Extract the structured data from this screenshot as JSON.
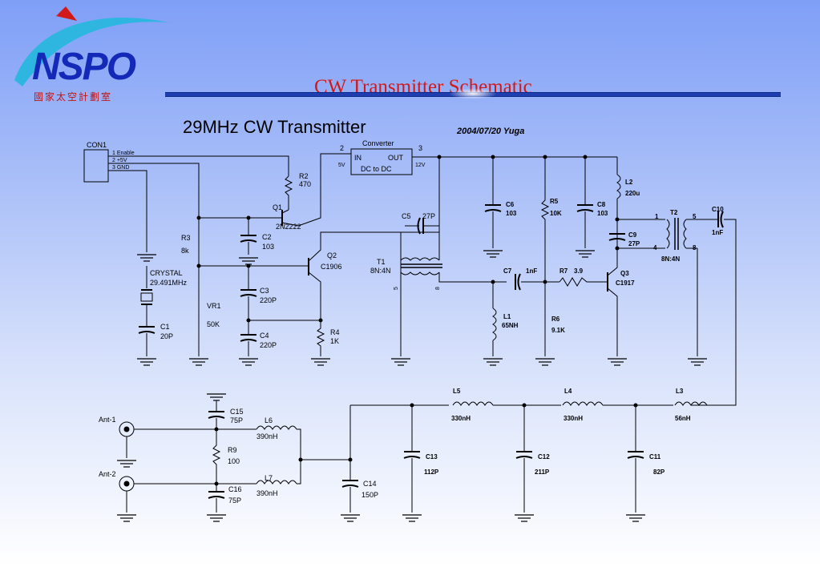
{
  "logo": {
    "mark": "NSPO",
    "subtitle": "國家太空計劃室"
  },
  "slide_title": "CW Transmitter Schematic",
  "schematic": {
    "heading": "29MHz CW Transmitter",
    "author_date": "2004/07/20 Yuga",
    "connector": {
      "name": "CON1",
      "pin1": "1 Enable",
      "pin2": "2 +5V",
      "pin3": "3 GND"
    },
    "converter": {
      "title": "Converter",
      "in": "IN",
      "out": "OUT",
      "body": "DC to DC",
      "pin_in": "2",
      "pin_out": "3",
      "v_in": "5V",
      "v_out": "12V"
    },
    "parts": {
      "R2": {
        "ref": "R2",
        "value": "470"
      },
      "Q1": {
        "ref": "Q1",
        "value": "2N2222"
      },
      "R3": {
        "ref": "R3",
        "value": "8k"
      },
      "C2": {
        "ref": "C2",
        "value": "103"
      },
      "Q2": {
        "ref": "Q2",
        "value": "C1906"
      },
      "CRYSTAL": {
        "ref": "CRYSTAL",
        "value": "29.491MHz"
      },
      "C1": {
        "ref": "C1",
        "value": "20P"
      },
      "VR1": {
        "ref": "VR1",
        "value": "50K"
      },
      "C3": {
        "ref": "C3",
        "value": "220P"
      },
      "C4": {
        "ref": "C4",
        "value": "220P"
      },
      "R4": {
        "ref": "R4",
        "value": "1K"
      },
      "C5": {
        "ref": "C5",
        "value": "27P"
      },
      "T1": {
        "ref": "T1",
        "value": "8N:4N"
      },
      "C6": {
        "ref": "C6",
        "value": "103"
      },
      "R5": {
        "ref": "R5",
        "value": "10K"
      },
      "C8": {
        "ref": "C8",
        "value": "103"
      },
      "L2": {
        "ref": "L2",
        "value": "220u"
      },
      "T2": {
        "ref": "T2",
        "value": "8N:4N"
      },
      "C10": {
        "ref": "C10",
        "value": "1nF"
      },
      "C9": {
        "ref": "C9",
        "value": "27P"
      },
      "C7": {
        "ref": "C7",
        "value": "1nF"
      },
      "R7": {
        "ref": "R7",
        "value": "3.9"
      },
      "Q3": {
        "ref": "Q3",
        "value": "C1917"
      },
      "L1": {
        "ref": "L1",
        "value": "65NH"
      },
      "R6": {
        "ref": "R6",
        "value": "9.1K"
      },
      "L5": {
        "ref": "L5",
        "value": "330nH"
      },
      "L4": {
        "ref": "L4",
        "value": "330nH"
      },
      "L3": {
        "ref": "L3",
        "value": "56nH"
      },
      "C13": {
        "ref": "C13",
        "value": "112P"
      },
      "C12": {
        "ref": "C12",
        "value": "211P"
      },
      "C11": {
        "ref": "C11",
        "value": "82P"
      },
      "C14": {
        "ref": "C14",
        "value": "150P"
      },
      "C15": {
        "ref": "C15",
        "value": "75P"
      },
      "C16": {
        "ref": "C16",
        "value": "75P"
      },
      "L6": {
        "ref": "L6",
        "value": "390nH"
      },
      "L7": {
        "ref": "L7",
        "value": "390nH"
      },
      "R9": {
        "ref": "R9",
        "value": "100"
      }
    },
    "t1_pins": {
      "p1": "5",
      "p2": "8"
    },
    "t2_pins": {
      "p1": "1",
      "p4": "4",
      "p5": "5",
      "p8": "8"
    },
    "antennas": {
      "ant1": "Ant-1",
      "ant2": "Ant-2"
    }
  }
}
